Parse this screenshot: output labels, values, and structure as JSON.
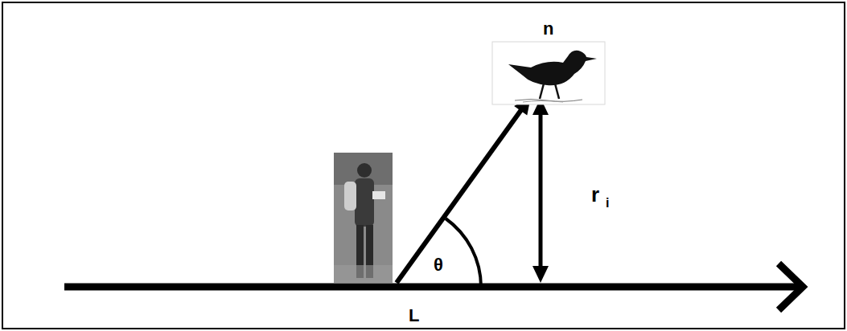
{
  "diagram": {
    "labels": [
      "n",
      "r",
      "i",
      "θ",
      "L"
    ]
  }
}
